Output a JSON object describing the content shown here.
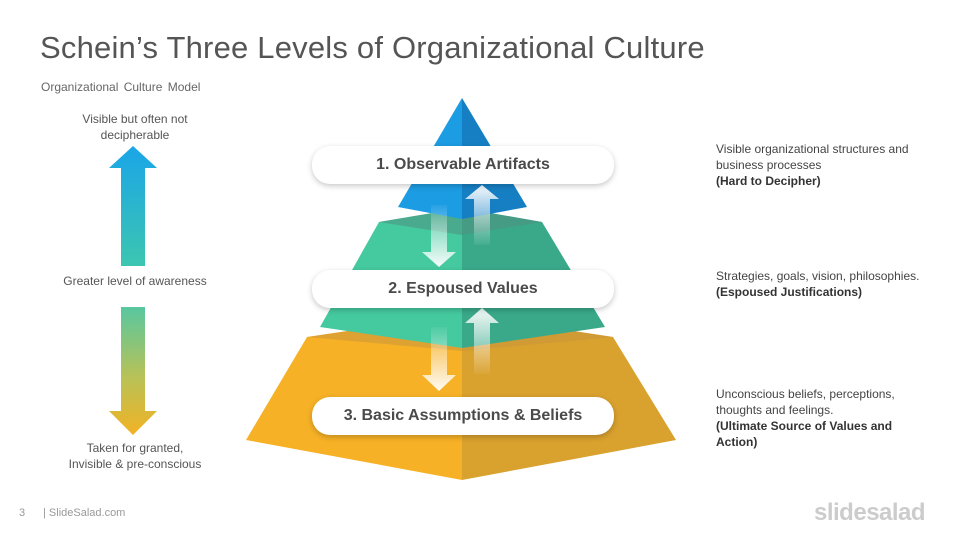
{
  "slide": {
    "title": "Schein’s Three Levels of Organizational Culture",
    "subtitle": "Organizational Culture Model",
    "page_number": "3",
    "footer_site": "| SlideSalad.com",
    "brand": "slidesalad"
  },
  "left_axis": {
    "top_label": "Visible but often not decipherable",
    "middle_label": "Greater level of awareness",
    "bottom_label_line1": "Taken for granted,",
    "bottom_label_line2": "Invisible & pre-conscious"
  },
  "levels": [
    {
      "label": "1. Observable Artifacts",
      "color": "#1f9ee3",
      "description": "Visible organizational  structures and business processes",
      "note": "(Hard to Decipher)"
    },
    {
      "label": "2. Espoused Values",
      "color": "#3fc7a0",
      "description": "Strategies, goals, vision, philosophies.",
      "note": "(Espoused Justifications)"
    },
    {
      "label": "3. Basic Assumptions & Beliefs",
      "color": "#f6b126",
      "description": "Unconscious beliefs, perceptions, thoughts and feelings.",
      "note": "(Ultimate Source of Values and Action)"
    }
  ]
}
